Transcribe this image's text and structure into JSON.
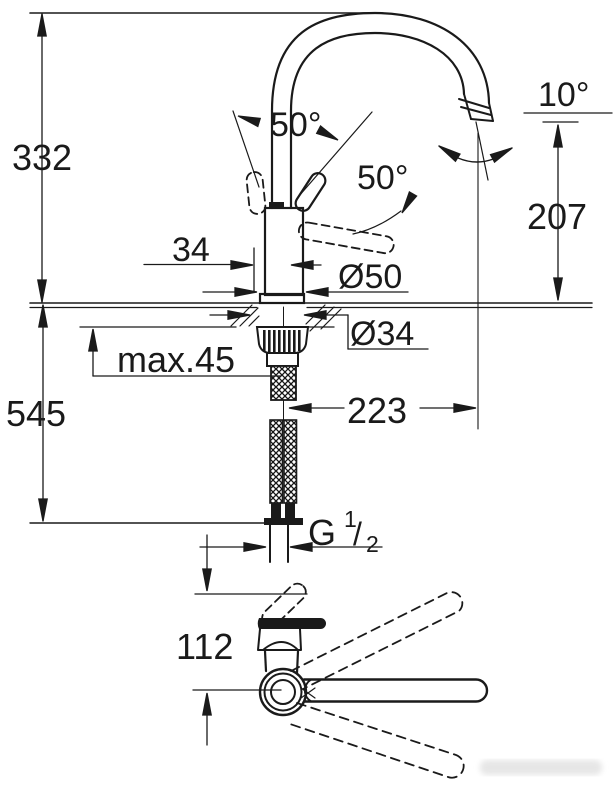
{
  "drawing": {
    "type": "technical-dimension-drawing-kitchen-faucet",
    "views": {
      "front": "front-view-with-installation-depth",
      "top": "top-view-handle-swing"
    },
    "colors": {
      "line": "#1a1a1a",
      "background": "#ffffff",
      "watermark": "#e6e6e6"
    },
    "labels": {
      "height_total": "332",
      "height_below_deck": "545",
      "deck_thickness_max": "max.45",
      "body_width": "34",
      "base_diameter": "Ø50",
      "hole_diameter": "Ø34",
      "spout_reach": "223",
      "spout_outlet_height": "207",
      "handle_clearance": "112",
      "handle_angle_left": "50°",
      "handle_angle_right": "50°",
      "spout_tilt": "10°",
      "thread": {
        "g": "G",
        "numerator": "1",
        "slash": "/",
        "denominator": "2"
      }
    }
  }
}
